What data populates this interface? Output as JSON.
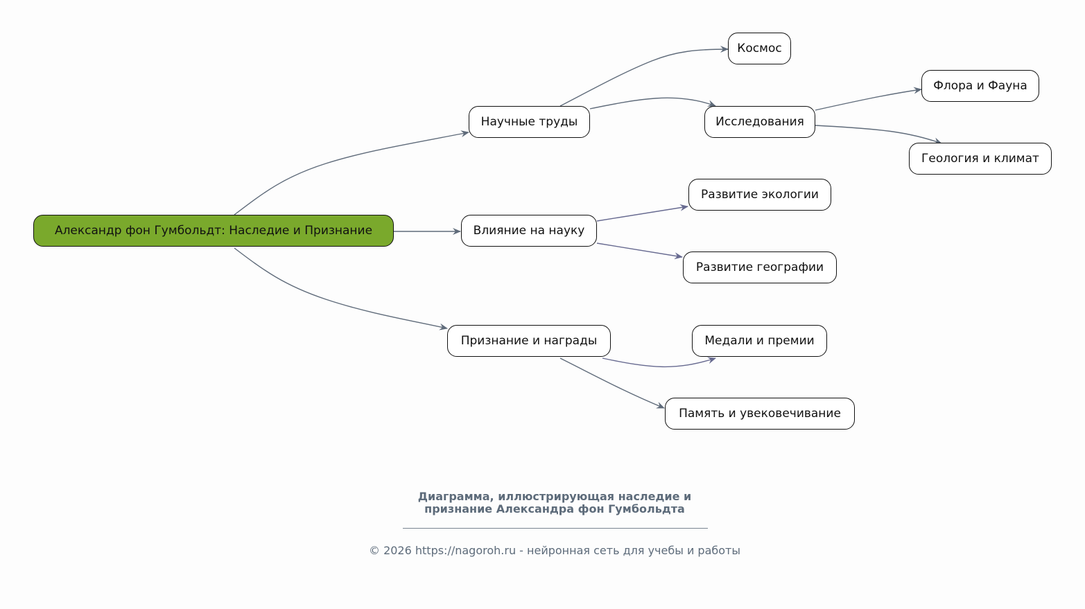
{
  "root": "Александр фон Гумбольдт: Наследие и Признание",
  "branches": [
    {
      "label": "Научные труды",
      "children": [
        "Космос",
        "Исследования"
      ]
    },
    {
      "label": "Влияние на науку",
      "children": [
        "Развитие экологии",
        "Развитие географии"
      ]
    },
    {
      "label": "Признание и награды",
      "children": [
        "Медали и премии",
        "Память и увековечивание"
      ]
    }
  ],
  "research_children": [
    "Флора и Фауна",
    "Геология и климат"
  ],
  "caption": "Диаграмма, иллюстрирующая наследие и признание Александра фон Гумбольдта",
  "footer": "© 2026 https://nagoroh.ru - нейронная сеть для учебы и работы",
  "colors": {
    "root_fill": "#7aa92c",
    "edge": "#5f6b7a",
    "edge_alt": "#676a90"
  }
}
